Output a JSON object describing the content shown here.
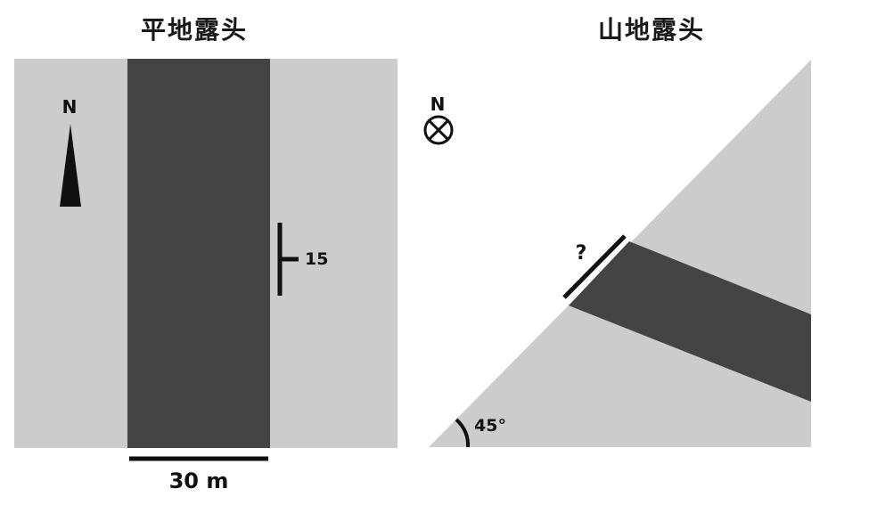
{
  "titles": {
    "flat": "平地露头",
    "mountain": "山地露头"
  },
  "flat_outcrop": {
    "north_label": "N",
    "strike_dip_value": "15",
    "scale_label": "30 m"
  },
  "mountain_outcrop": {
    "north_label": "N",
    "unknown_label": "?",
    "slope_angle_label": "45°"
  },
  "colors": {
    "ground": "#cccccc",
    "bed": "#444444",
    "line": "#111111"
  }
}
